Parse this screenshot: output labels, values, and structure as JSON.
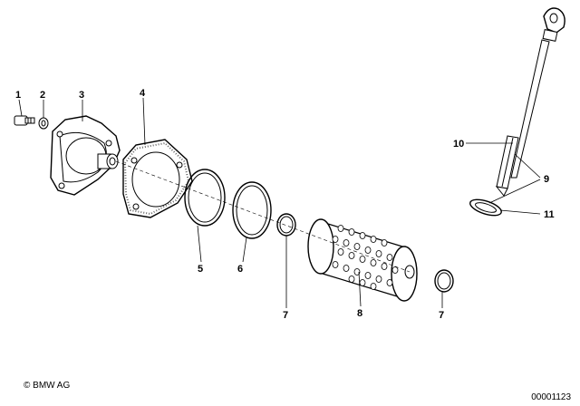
{
  "callouts": {
    "c1": "1",
    "c2": "2",
    "c3": "3",
    "c4": "4",
    "c5": "5",
    "c6": "6",
    "c7a": "7",
    "c7b": "7",
    "c8": "8",
    "c9": "9",
    "c10": "10",
    "c11": "11"
  },
  "footer": {
    "copyright": "© BMW AG",
    "drawing_number": "00001123"
  }
}
